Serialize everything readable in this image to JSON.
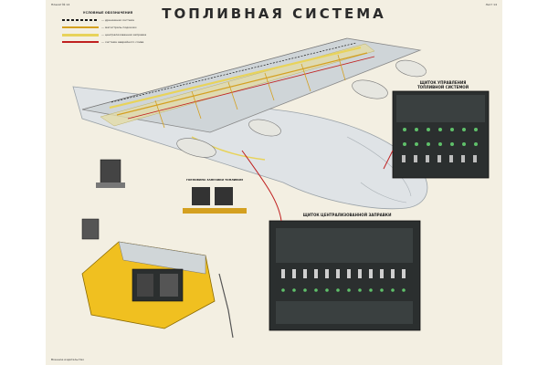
{
  "title": "ТОПЛИВНАЯ СИСТЕМА",
  "legend": {
    "heading": "УСЛОВНЫЕ ОБОЗНАЧЕНИЯ",
    "items": [
      {
        "color": "#1a1a1a",
        "style": "dashed",
        "label": "— дренажная система"
      },
      {
        "color": "#d4a020",
        "style": "solid",
        "label": "— магистраль подкачки"
      },
      {
        "color": "#e8d35a",
        "style": "solid",
        "label": "— централизованная заправка"
      },
      {
        "color": "#c02020",
        "style": "solid",
        "label": "— система аварийного слива"
      }
    ]
  },
  "labels": {
    "fuel_control_panel": "ЩИТОК УПРАВЛЕНИЯ ТОПЛИВНОЙ СИСТЕМОЙ",
    "refuel_panel": "ЩИТОК ЦЕНТРАЛИЗОВАННОЙ ЗАПРАВКИ",
    "pressure_connection": "ГОРЛОВИНА ЗАПРАВКИ ТОПЛИВОМ"
  },
  "top_left_note": "Плакат № 14",
  "top_right_note": "Лист 14",
  "bottom_note": "Военное издательство",
  "colors": {
    "paper": "#f3efe2",
    "fuselage": "#dfe3e6",
    "fuel_yellow": "#e8d35a",
    "tank_orange": "#d89a10",
    "panel_dark": "#2b2f2f",
    "red_line": "#c02020"
  }
}
